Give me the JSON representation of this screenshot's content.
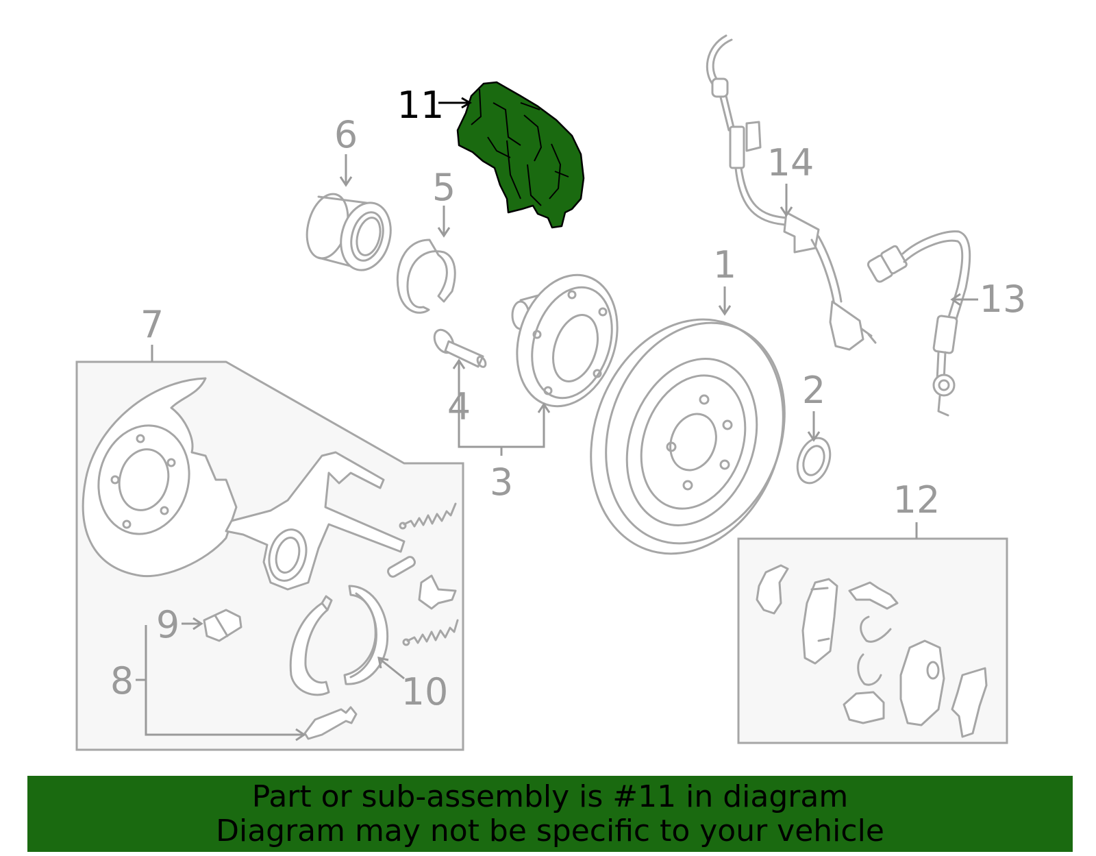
{
  "callouts": {
    "c1": "1",
    "c2": "2",
    "c3": "3",
    "c4": "4",
    "c5": "5",
    "c6": "6",
    "c7": "7",
    "c8": "8",
    "c9": "9",
    "c10": "10",
    "c11": "11",
    "c12": "12",
    "c13": "13",
    "c14": "14"
  },
  "highlighted_part": "11",
  "colors": {
    "highlight": "#1a6a10",
    "banner": "#1a6a10",
    "line_art": "#a6a6a6"
  },
  "banner": {
    "line1": "Part or sub-assembly is #11 in diagram",
    "line2": "Diagram may not be specific to your vehicle"
  }
}
